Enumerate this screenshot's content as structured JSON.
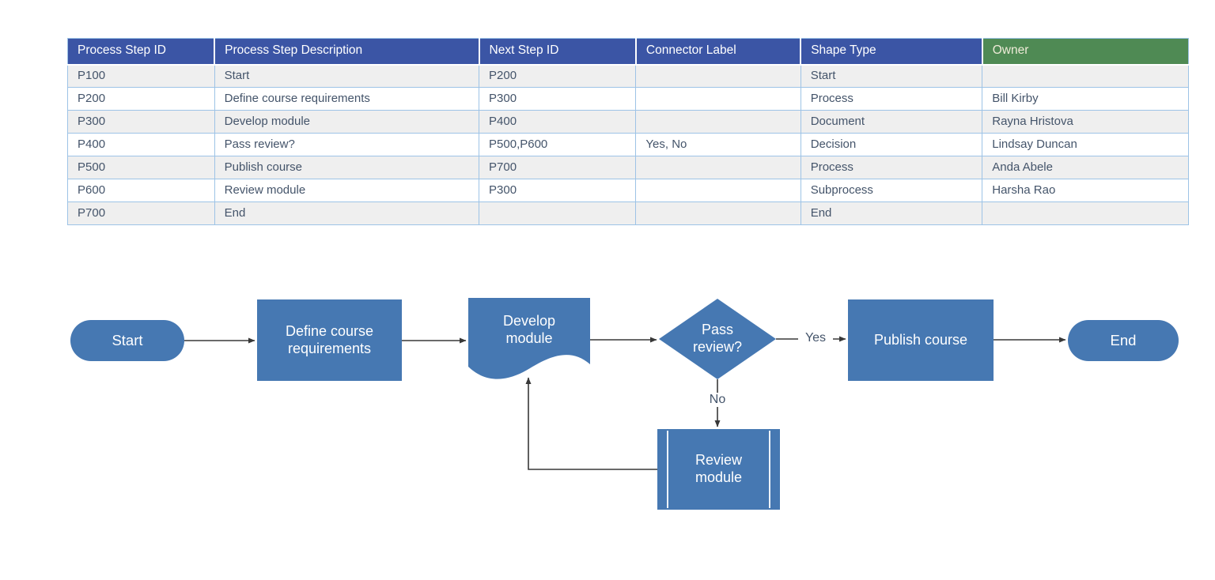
{
  "table": {
    "columns": [
      {
        "label": "Process Step ID",
        "header_bg": "#3B55A5"
      },
      {
        "label": "Process Step Description",
        "header_bg": "#3B55A5"
      },
      {
        "label": "Next Step ID",
        "header_bg": "#3B55A5"
      },
      {
        "label": "Connector Label",
        "header_bg": "#3B55A5"
      },
      {
        "label": "Shape Type",
        "header_bg": "#3B55A5"
      },
      {
        "label": "Owner",
        "header_bg": "#4F8A54"
      }
    ],
    "rows": [
      [
        "P100",
        "Start",
        "P200",
        "",
        "Start",
        ""
      ],
      [
        "P200",
        "Define course requirements",
        "P300",
        "",
        "Process",
        "Bill Kirby"
      ],
      [
        "P300",
        "Develop module",
        "P400",
        "",
        "Document",
        "Rayna Hristova"
      ],
      [
        "P400",
        "Pass review?",
        "P500,P600",
        "Yes, No",
        "Decision",
        "Lindsay Duncan"
      ],
      [
        "P500",
        "Publish course",
        "P700",
        "",
        "Process",
        "Anda Abele"
      ],
      [
        "P600",
        "Review module",
        "P300",
        "",
        "Subprocess",
        "Harsha Rao"
      ],
      [
        "P700",
        "End",
        "",
        "",
        "End",
        ""
      ]
    ],
    "stripe_color": "#EFEFEF",
    "grid_color": "#9DC3E6",
    "text_color": "#44546A"
  },
  "flowchart": {
    "shape_fill": "#4678B2",
    "connector_color": "#383838",
    "nodes": {
      "start": {
        "label": "Start",
        "shape": "terminator"
      },
      "define": {
        "label": "Define course requirements",
        "shape": "process"
      },
      "develop": {
        "label": "Develop module",
        "shape": "document"
      },
      "decision": {
        "label": "Pass review?",
        "shape": "decision"
      },
      "publish": {
        "label": "Publish course",
        "shape": "process"
      },
      "end": {
        "label": "End",
        "shape": "terminator"
      },
      "review": {
        "label": "Review module",
        "shape": "subprocess"
      }
    },
    "connector_labels": {
      "yes": "Yes",
      "no": "No"
    }
  }
}
